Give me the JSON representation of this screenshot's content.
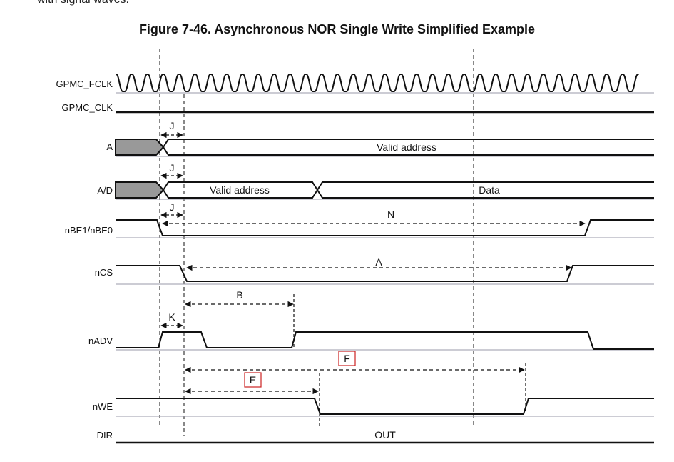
{
  "header": {
    "fragment": "with signal waves.",
    "figure_title": "Figure 7-46. Asynchronous NOR Single Write Simplified Example"
  },
  "signals": {
    "gpmc_fclk": "GPMC_FCLK",
    "gpmc_clk": "GPMC_CLK",
    "a": "A",
    "ad": "A/D",
    "nbe": "nBE1/nBE0",
    "ncs": "nCS",
    "nadv": "nADV",
    "nwe": "nWE",
    "dir": "DIR"
  },
  "wave_text": {
    "a_valid": "Valid address",
    "ad_valid": "Valid address",
    "ad_data": "Data",
    "dir_out": "OUT"
  },
  "annotations": {
    "j1": "J",
    "j2": "J",
    "j3": "J",
    "n": "N",
    "a_ncs": "A",
    "b": "B",
    "k": "K",
    "e": "E",
    "f": "F"
  },
  "colors": {
    "line": "#111111",
    "baseline": "#9a9aa8",
    "invalid_fill": "#999999",
    "highlight_box": "#cc2222"
  }
}
